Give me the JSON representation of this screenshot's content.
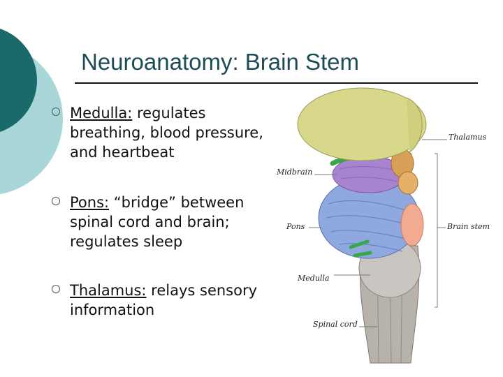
{
  "slide": {
    "title": "Neuroanatomy: Brain Stem",
    "bullets": [
      {
        "term": "Medulla:",
        "text": " regulates breathing, blood pressure, and heartbeat"
      },
      {
        "term": "Pons:",
        "text": " “bridge” between spinal cord and brain; regulates sleep"
      },
      {
        "term": "Thalamus:",
        "text": " relays sensory information"
      }
    ]
  },
  "figure": {
    "labels": {
      "thalamus": "Thalamus",
      "midbrain": "Midbrain",
      "pons": "Pons",
      "brain_stem": "Brain stem",
      "medulla": "Medulla",
      "spinal_cord": "Spinal cord"
    }
  },
  "colors": {
    "deco_dark": "#1b6a6a",
    "deco_light": "#a9d6d9",
    "title": "#1e4c56"
  }
}
